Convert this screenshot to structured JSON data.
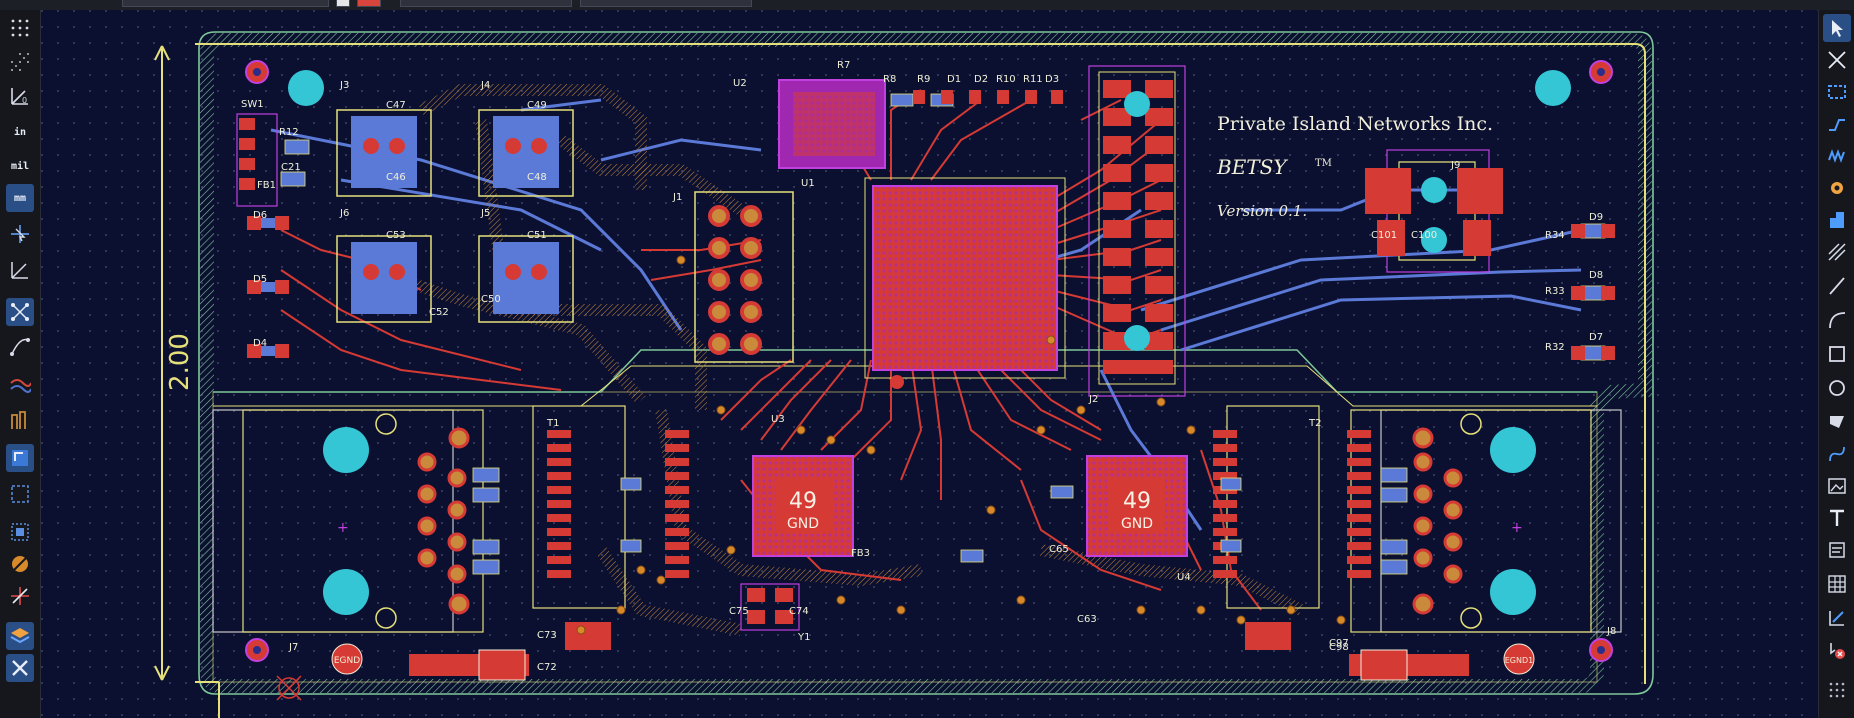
{
  "toolbar": {
    "units_in": "in",
    "units_mil": "mil",
    "units_mm": "mm"
  },
  "board": {
    "company": "Private Island Networks Inc.",
    "product": "BETSY",
    "trademark": "TM",
    "version": "Version 0.1.",
    "dimension_label": "2.00",
    "pad_count_1": "49",
    "pad_net_1": "GND",
    "pad_count_2": "49",
    "pad_net_2": "GND",
    "testpoint_1": "EGND",
    "testpoint_2": "EGND1"
  },
  "references": {
    "sw1": "SW1",
    "r12": "R12",
    "c21": "C21",
    "fb1": "FB1",
    "j3": "J3",
    "j4": "J4",
    "j5": "J5",
    "j6": "J6",
    "j1": "J1",
    "j2": "J2",
    "j7": "J7",
    "j8": "J8",
    "j9": "J9",
    "c47": "C47",
    "c49": "C49",
    "c46": "C46",
    "c48": "C48",
    "c53": "C53",
    "c51": "C51",
    "c52": "C52",
    "c50": "C50",
    "u1": "U1",
    "u2": "U2",
    "u3": "U3",
    "u4": "U4",
    "r7": "R7",
    "r8": "R8",
    "r9": "R9",
    "d1": "D1",
    "d2": "D2",
    "r10": "R10",
    "r11": "R11",
    "d3": "D3",
    "d4": "D4",
    "d5": "D5",
    "d6": "D6",
    "d7": "D7",
    "d8": "D8",
    "d9": "D9",
    "r32": "R32",
    "r33": "R33",
    "r34": "R34",
    "c101": "C101",
    "c100": "C100",
    "t1": "T1",
    "t2": "T2",
    "c72": "C72",
    "c73": "C73",
    "c74": "C74",
    "c75": "C75",
    "c97": "C97",
    "c98": "C98",
    "c63": "C63",
    "c65": "C65",
    "y1": "Y1",
    "fb3": "FB3"
  },
  "colors": {
    "background": "#0b1030",
    "edge_cuts": "#e6e07a",
    "silkscreen": "#f1eeda",
    "front_copper": "#d63a34",
    "back_copper": "#5b79d6",
    "trace_orange": "#c98a3c",
    "courtyard": "#c040e0",
    "zone_hatch": "#7fc89a",
    "mount_hole": "#35c6d6"
  },
  "icons": {
    "left": [
      "grid-icon",
      "grid-dots-icon",
      "polar-coords-icon",
      "units-inch-icon",
      "units-mil-icon",
      "units-mm-icon",
      "cursor-full-icon",
      "measure-icon",
      "ratsnest-icon",
      "curved-ratsnest-icon",
      "show-tracks-icon",
      "vias-icon",
      "filled-zones-icon",
      "zone-outline-icon",
      "layer-pads-icon",
      "highlight-net-icon",
      "cross-probe-icon",
      "layers-manager-icon",
      "footprint-editor-icon"
    ],
    "right": [
      "select-icon",
      "route-track-icon",
      "route-diff-pair-icon",
      "tune-length-icon",
      "add-via-icon",
      "add-footprint-icon",
      "add-zone-icon",
      "add-line-icon",
      "add-arc-icon",
      "add-rectangle-icon",
      "add-circle-icon",
      "add-polygon-icon",
      "add-bezier-icon",
      "add-image-icon",
      "add-text-icon",
      "add-textbox-icon",
      "add-table-icon",
      "add-dimension-icon",
      "delete-icon",
      "grid-origin-icon"
    ]
  }
}
